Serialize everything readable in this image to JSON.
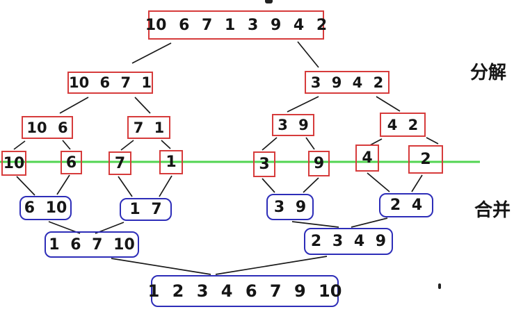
{
  "phase_labels": {
    "divide": "分解",
    "merge": "合并"
  },
  "divide_tree": {
    "root": "10 6 7 1 3 9 4 2",
    "level2": [
      "10 6 7 1",
      "3 9 4 2"
    ],
    "level3": [
      "10 6",
      "7 1",
      "3 9",
      "4 2"
    ],
    "leaves": [
      "10",
      "6",
      "7",
      "1",
      "3",
      "9",
      "4",
      "2"
    ]
  },
  "merge_tree": {
    "level1": [
      "6 10",
      "1 7",
      "3 9",
      "2 4"
    ],
    "level2": [
      "1 6 7 10",
      "2 3 4 9"
    ],
    "root": "1 2 3 4 6 7 9 10"
  },
  "colors": {
    "divide_box_border": "#d63b3b",
    "merge_box_border": "#2d2db8",
    "boundary_line": "#52d452",
    "connector": "#1a1a1a",
    "text": "#151515"
  }
}
